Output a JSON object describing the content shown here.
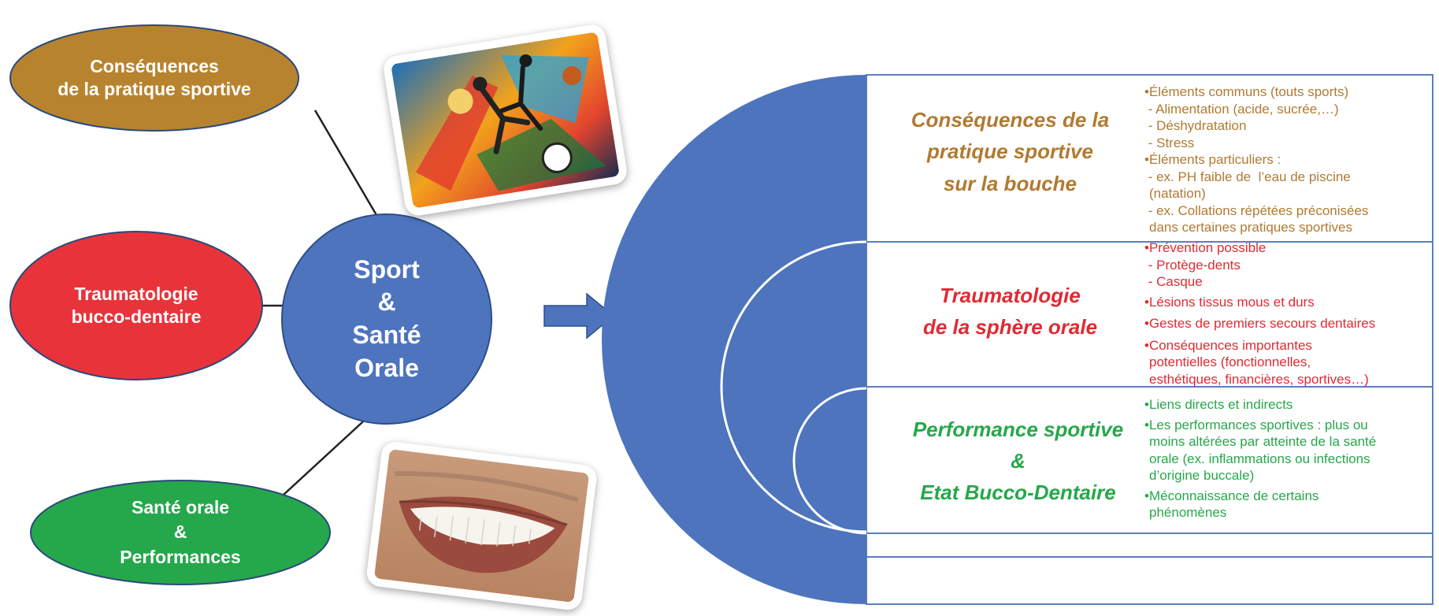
{
  "left": {
    "center": {
      "lines": [
        "Sport",
        "&",
        "Santé",
        "Orale"
      ]
    },
    "ellipses": [
      {
        "lines": [
          "Conséquences",
          "de la pratique sportive"
        ],
        "color": "#B8832F"
      },
      {
        "lines": [
          "Traumatologie",
          "bucco-dentaire"
        ],
        "color": "#E8333B"
      },
      {
        "lines": [
          "Santé orale",
          "&",
          "Performances"
        ],
        "color": "#24A84B"
      }
    ]
  },
  "colors": {
    "blue": "#4D74BD",
    "brown": "#B07A32",
    "red": "#E02A34",
    "green": "#25A84A"
  },
  "panels": [
    {
      "title": [
        "Conséquences de la",
        "pratique sportive",
        "sur la bouche"
      ],
      "bullets": [
        "•Éléments communs (touts sports)",
        " - Alimentation (acide, sucrée,…)",
        " - Déshydratation",
        " - Stress",
        "•Éléments particuliers :",
        " - ex. PH faible de  l’eau de piscine",
        "(natation)",
        " - ex. Collations répétées préconisées",
        "dans certaines pratiques sportives"
      ]
    },
    {
      "title": [
        "Traumatologie",
        "de la sphère orale"
      ],
      "bullets": [
        "•Prévention possible",
        " - Protège-dents",
        " - Casque",
        "•Lésions tissus mous et durs",
        "•Gestes de premiers secours dentaires",
        "•Conséquences importantes",
        "potentielles (fonctionnelles,",
        "esthétiques, financières, sportives…)"
      ]
    },
    {
      "title": [
        "Performance sportive",
        "&",
        "Etat Bucco-Dentaire"
      ],
      "bullets": [
        "•Liens directs et indirects",
        "•Les performances sportives : plus ou",
        "moins altérées par atteinte de la santé",
        "orale (ex. inflammations ou infections",
        "d’origine buccale)",
        "•Méconnaissance de certains",
        "phénomènes"
      ]
    }
  ]
}
